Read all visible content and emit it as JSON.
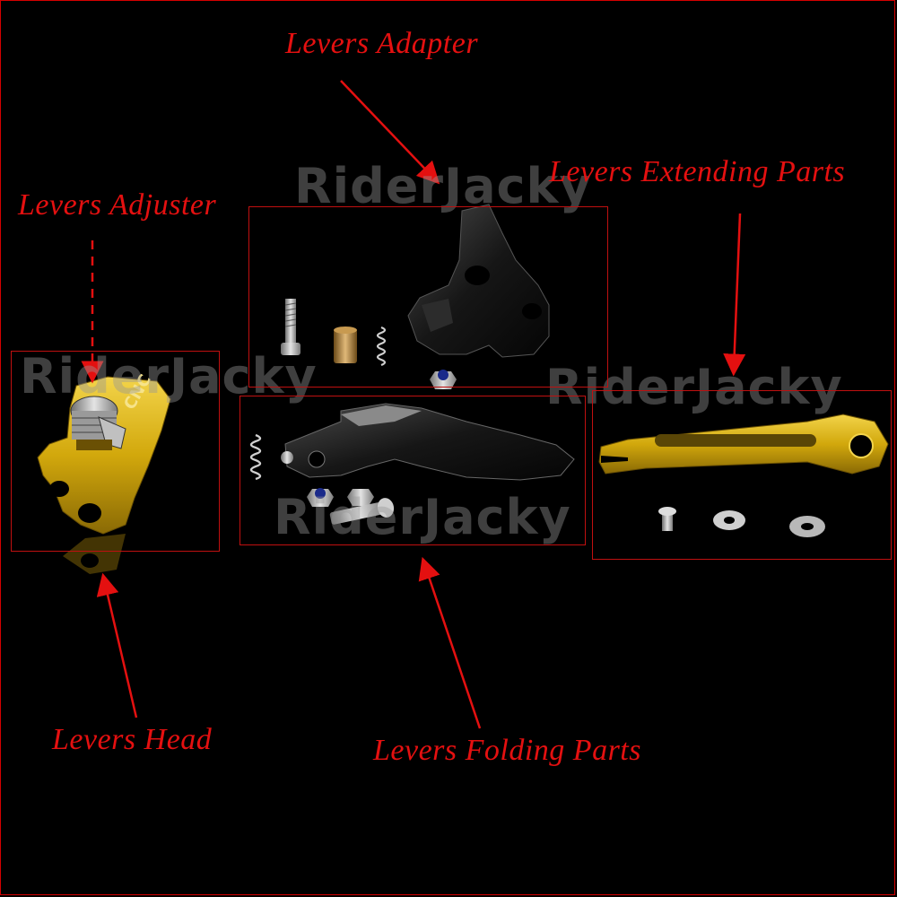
{
  "labels": {
    "adapter": "Levers Adapter",
    "extending": "Levers Extending Parts",
    "adjuster": "Levers Adjuster",
    "head": "Levers Head",
    "folding": "Levers Folding Parts"
  },
  "watermark": "RiderJacky",
  "engraving": "CNC",
  "colors": {
    "background": "#000000",
    "annotation_red": "#e41010",
    "gold": "#d8b012",
    "anodized_black": "#1a1a1a",
    "steel": "#a8a8a8"
  }
}
